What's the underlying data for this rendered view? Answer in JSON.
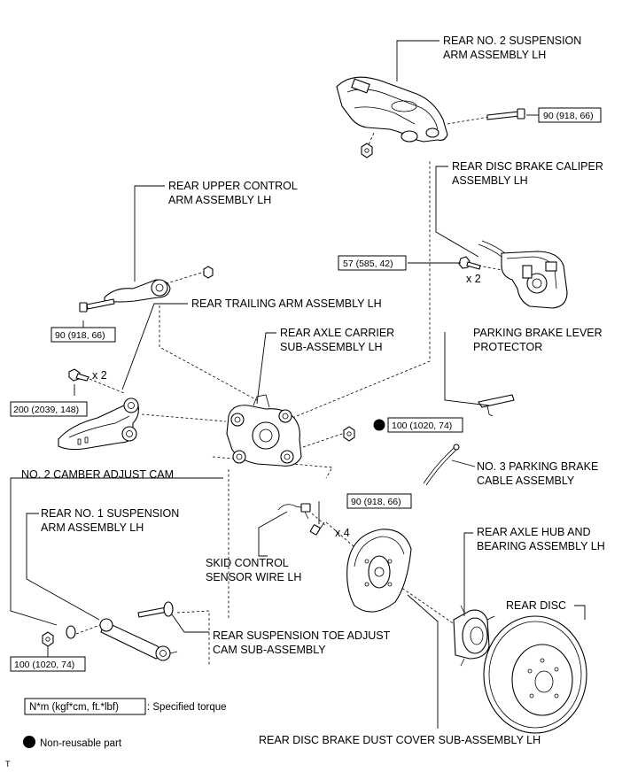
{
  "labels": {
    "rear_no2_susp_arm": [
      "REAR NO. 2 SUSPENSION",
      "ARM ASSEMBLY LH"
    ],
    "rear_disc_brake_caliper": [
      "REAR DISC BRAKE CALIPER",
      "ASSEMBLY LH"
    ],
    "rear_upper_control_arm": [
      "REAR UPPER CONTROL",
      "ARM ASSEMBLY LH"
    ],
    "rear_trailing_arm": [
      "REAR TRAILING ARM ASSEMBLY LH"
    ],
    "rear_axle_carrier": [
      "REAR AXLE CARRIER",
      "SUB-ASSEMBLY LH"
    ],
    "parking_brake_lever_protector": [
      "PARKING BRAKE LEVER",
      "PROTECTOR"
    ],
    "no3_parking_brake_cable": [
      "NO. 3 PARKING BRAKE",
      "CABLE ASSEMBLY"
    ],
    "no2_camber_adjust_cam": [
      "NO. 2 CAMBER ADJUST CAM"
    ],
    "rear_no1_susp_arm": [
      "REAR NO. 1 SUSPENSION",
      "ARM ASSEMBLY LH"
    ],
    "skid_control_sensor_wire": [
      "SKID CONTROL",
      "SENSOR WIRE LH"
    ],
    "rear_axle_hub_bearing": [
      "REAR AXLE HUB AND",
      "BEARING ASSEMBLY LH"
    ],
    "rear_disc": [
      "REAR DISC"
    ],
    "rear_susp_toe_adjust_cam": [
      "REAR SUSPENSION TOE ADJUST",
      "CAM SUB-ASSEMBLY"
    ],
    "rear_disc_brake_dust_cover": [
      "REAR DISC BRAKE DUST COVER SUB-ASSEMBLY LH"
    ]
  },
  "torques": {
    "t_no2_arm": "90 (918, 66)",
    "t_caliper": "57 (585, 42)",
    "t_upper_arm": "90 (918, 66)",
    "t_trailing": "200 (2039, 148)",
    "t_carrier_nut": "100 (1020, 74)",
    "t_hub": "90 (918, 66)",
    "t_no1_arm": "100 (1020, 74)"
  },
  "quantities": {
    "caliper_bolts": "x 2",
    "trailing_bolts": "x 2",
    "hub_bolts": "x 4"
  },
  "legend": {
    "torque_box": "N*m (kgf*cm, ft.*lbf)",
    "torque_desc": ": Specified torque",
    "non_reusable": "Non-reusable part"
  },
  "corner_mark": "T"
}
